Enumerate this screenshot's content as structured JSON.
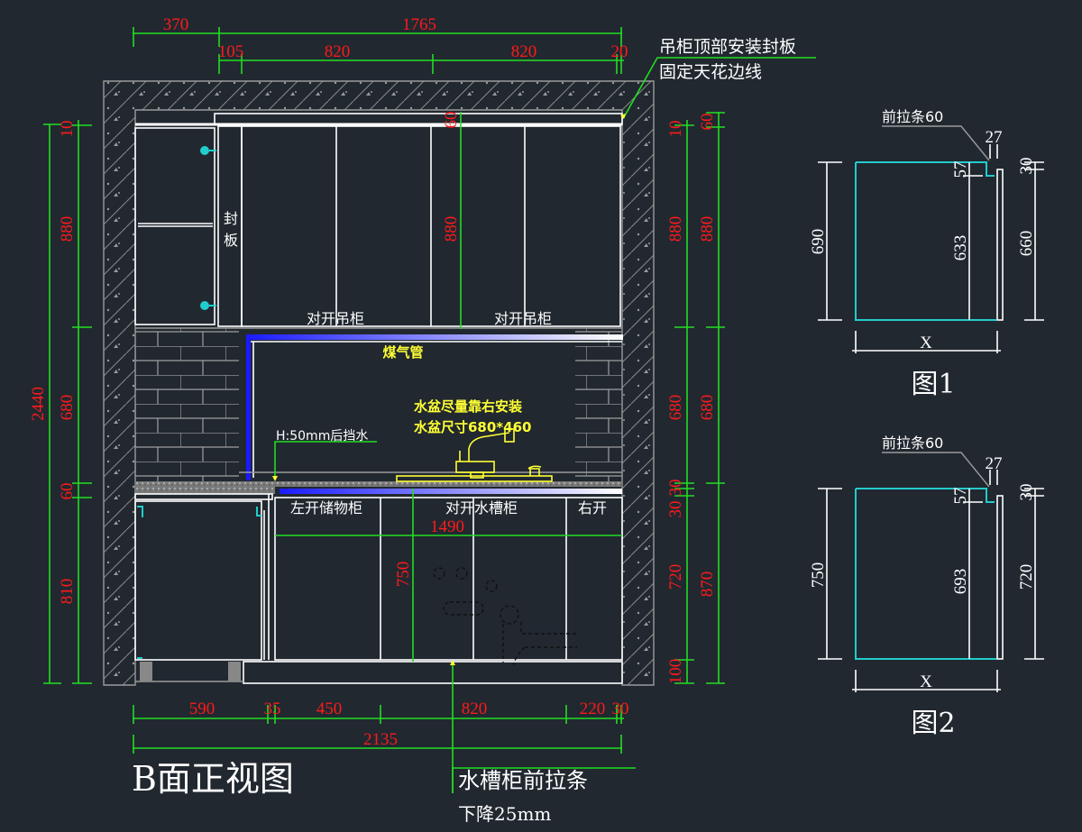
{
  "drawing": {
    "title": "B面正视图",
    "callout_top_line1": "吊柜顶部安装封板",
    "callout_top_line2": "固定天花边线",
    "callout_bottom_line1": "水槽柜前拉条",
    "callout_bottom_line2": "下降25mm",
    "labels": {
      "seal_board_1": "封",
      "seal_board_2": "板",
      "wall_cabinet_left": "对开吊柜",
      "wall_cabinet_right": "对开吊柜",
      "gas_pipe": "煤气管",
      "sink_note_1": "水盆尽量靠右安装",
      "sink_note_2": "水盆尺寸680*460",
      "backsplash": "H:50mm后挡水",
      "left_storage": "左开储物柜",
      "sink_cabinet": "对开水槽柜",
      "right_open": "右开"
    },
    "top_dims_row1": [
      "370",
      "1765"
    ],
    "top_dims_row2": [
      "105",
      "820",
      "820",
      "20"
    ],
    "left_dims_outer": [
      "2440"
    ],
    "left_dims_inner": [
      "10",
      "880",
      "680",
      "60",
      "810"
    ],
    "right_dims_inner": [
      "10",
      "880",
      "680",
      "30",
      "30",
      "720",
      "100"
    ],
    "right_dims_outer": [
      "60",
      "880",
      "680",
      "870"
    ],
    "inner_dims": {
      "wall_cab_height": "880",
      "wall_cab_top": "60",
      "sink_width": "1490",
      "sink_height": "750"
    },
    "bottom_dims_row1": [
      "590",
      "35",
      "450",
      "820",
      "220",
      "30"
    ],
    "bottom_dims_row2": [
      "2135"
    ]
  },
  "figure1": {
    "caption": "图1",
    "leader": "前拉条60",
    "dim_top": "27",
    "dim_left": "690",
    "dim_inner_top": "57",
    "dim_inner": "633",
    "dim_right_top": "30",
    "dim_right": "660",
    "dim_width": "X"
  },
  "figure2": {
    "caption": "图2",
    "leader": "前拉条60",
    "dim_top": "27",
    "dim_left": "750",
    "dim_inner_top": "57",
    "dim_inner": "693",
    "dim_right_top": "30",
    "dim_right": "720",
    "dim_width": "X"
  },
  "colors": {
    "background": "#212830",
    "dimension_line": "#22dd22",
    "dimension_text": "#ff1a1a",
    "outline": "#ffffff",
    "annotation_yellow": "#ffff33",
    "hardware_cyan": "#22cccc",
    "pipe_blue": "#2222ff"
  }
}
